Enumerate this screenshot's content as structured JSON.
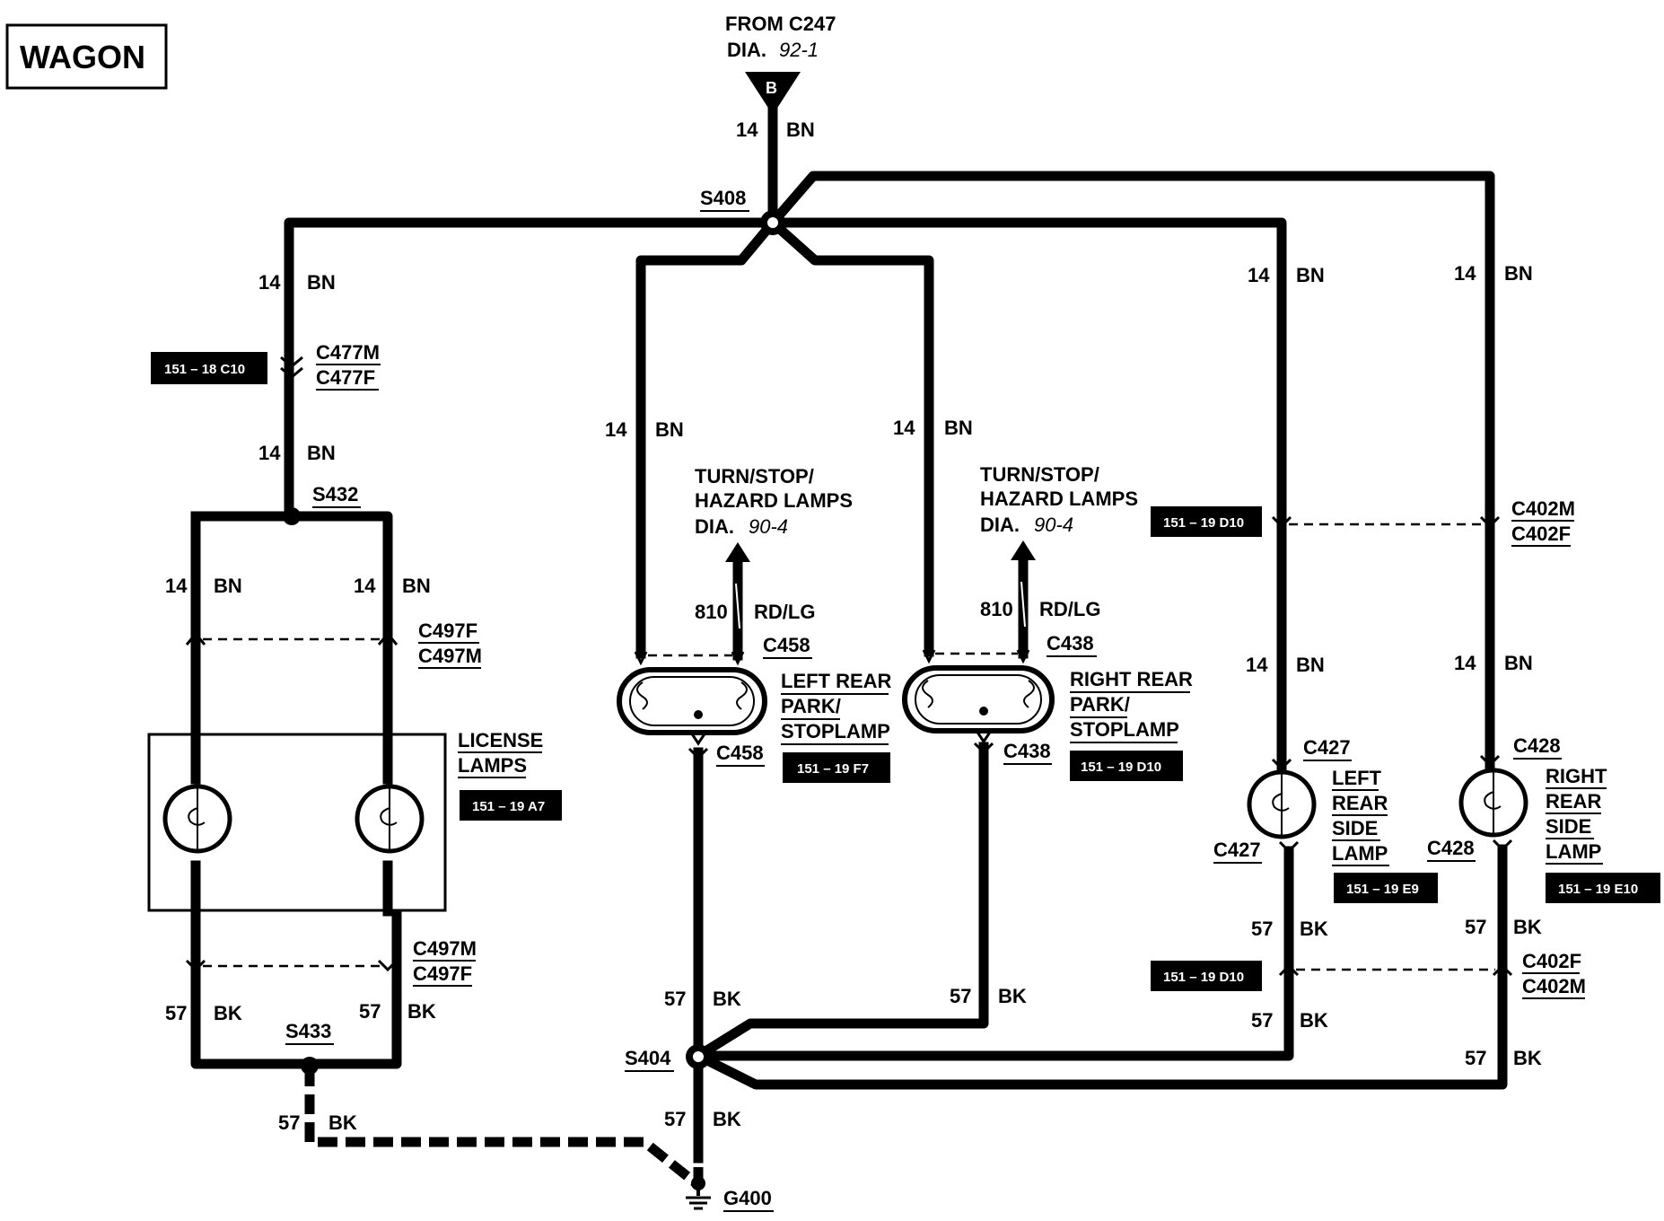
{
  "title": "WAGON",
  "source": {
    "from": "FROM C247",
    "dia_prefix": "DIA.",
    "dia_num": "92-1",
    "terminal": "B"
  },
  "wire_gauge_14": "14",
  "wire_gauge_57": "57",
  "wire_gauge_810": "810",
  "color_bn": "BN",
  "color_bk": "BK",
  "color_rdlg": "RD/LG",
  "splices": {
    "s408": "S408",
    "s432": "S432",
    "s433": "S433",
    "s404": "S404"
  },
  "ground": "G400",
  "connectors": {
    "c477m": "C477M",
    "c477f": "C477F",
    "c497f": "C497F",
    "c497m": "C497M",
    "c458": "C458",
    "c438": "C438",
    "c402m": "C402M",
    "c402f": "C402F",
    "c427": "C427",
    "c428": "C428"
  },
  "turn_stop": {
    "line1": "TURN/STOP/",
    "line2": "HAZARD LAMPS",
    "dia_prefix": "DIA.",
    "dia_num": "90-4"
  },
  "components": {
    "license": [
      "LICENSE",
      "LAMPS"
    ],
    "left_rear_park": [
      "LEFT REAR",
      "PARK/",
      "STOPLAMP"
    ],
    "right_rear_park": [
      "RIGHT REAR",
      "PARK/",
      "STOPLAMP"
    ],
    "left_side": [
      "LEFT",
      "REAR",
      "SIDE",
      "LAMP"
    ],
    "right_side": [
      "RIGHT",
      "REAR",
      "SIDE",
      "LAMP"
    ]
  },
  "refs": {
    "c477": "151 – 18 C10",
    "license": "151 – 19 A7",
    "left_park": "151 – 19 F7",
    "right_park": "151 – 19 D10",
    "c402_top": "151 – 19 D10",
    "left_side": "151 – 19 E9",
    "right_side": "151 – 19 E10",
    "c402_bottom": "151 – 19 D10"
  }
}
